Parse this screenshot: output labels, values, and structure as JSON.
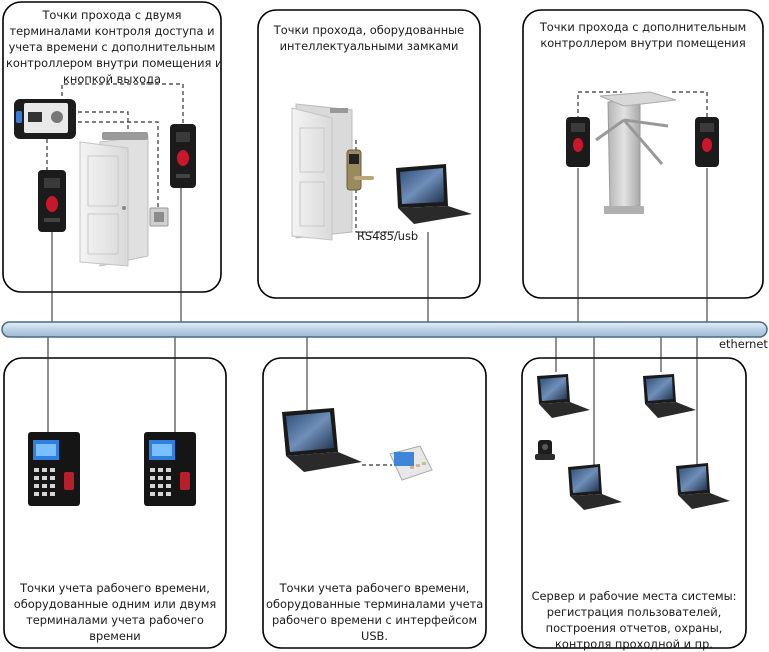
{
  "panels": {
    "two_terminals": {
      "lines": [
        "Точки прохода с двумя",
        "терминалами контроля доступа и",
        "учета времени с дополнительным",
        "контроллером внутри помещения и",
        "кнопкой выхода"
      ]
    },
    "smart_locks": {
      "lines": [
        "Точки прохода, оборудованные",
        "интеллектуальными замками"
      ]
    },
    "extra_controller": {
      "lines": [
        "Точки прохода с дополнительным",
        "контроллером внутри помещения"
      ]
    },
    "time_terminals": {
      "lines": [
        "Точки учета рабочего времени,",
        "оборудованные одним или двумя",
        "терминалами учета рабочего",
        "времени"
      ]
    },
    "usb_terminals": {
      "lines": [
        "Точки учета рабочего времени,",
        "оборудованные терминалами учета",
        "рабочего времени с интерфейсом",
        "USB."
      ]
    },
    "server": {
      "lines": [
        "Сервер и рабочие места системы:",
        "регистрация пользователей,",
        "построения отчетов, охраны,",
        "контроля проходной и пр."
      ]
    }
  },
  "labels": {
    "rs485": "RS485/usb",
    "ethernet": "ethernet"
  },
  "icons": {
    "door": "door-icon",
    "terminal": "fingerprint-terminal-icon",
    "controller": "controller-icon",
    "exit_button": "exit-button-icon",
    "smart_lock": "smart-lock-icon",
    "laptop": "laptop-icon",
    "turnstile": "turnstile-icon",
    "keypad_terminal": "keypad-terminal-icon",
    "usb_terminal": "usb-terminal-icon",
    "scanner": "fingerprint-scanner-icon"
  },
  "colors": {
    "bus": "#c9dcec",
    "bus_border": "#4d6a85",
    "panel_border": "#000000",
    "device": "#1b1b1b"
  }
}
